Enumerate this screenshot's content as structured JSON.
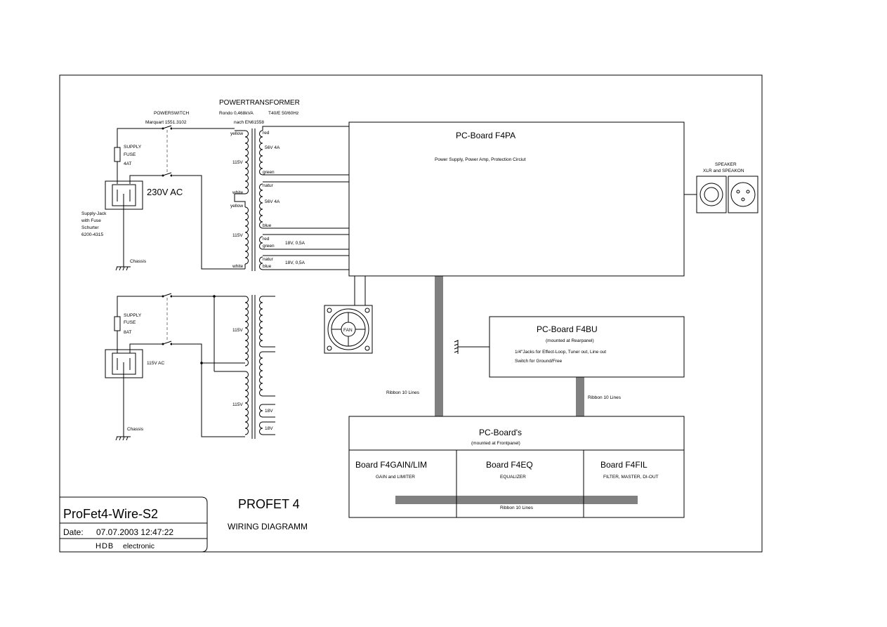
{
  "mains_230": {
    "switch_label": "POWERSWITCH",
    "switch_part": "Marquart 1551.3102",
    "fuse_label_1": "SUPPLY",
    "fuse_label_2": "FUSE",
    "fuse_value": "4AT",
    "voltage": "230V AC",
    "jack_line_1": "Supply-Jack",
    "jack_line_2": "with Fuse",
    "jack_line_3": "Schurter",
    "jack_line_4": "6200-4315",
    "chassis": "Chassis"
  },
  "transformer": {
    "title": "POWERTRANSFORMER",
    "spec_1": "Rondo 0,468kVA",
    "spec_2": "T40/E 50/60Hz",
    "spec_3": "nach EN61558",
    "prim_yellow_1": "yellow",
    "prim_115_1": "115V",
    "prim_white_1": "white",
    "prim_yellow_2": "yellow",
    "prim_115_2": "115V",
    "prim_white_2": "white",
    "sec_red_1": "red",
    "sec_56_1": "56V 4A",
    "sec_green_1": "green",
    "sec_natur_1": "natur",
    "sec_56_2": "56V 4A",
    "sec_blue_1": "blue",
    "sec_red_2": "red",
    "sec_green_2": "green",
    "sec_18_1": "18V, 0,5A",
    "sec_natur_2": "natur",
    "sec_blue_2": "blue",
    "sec_18_2": "18V, 0,5A"
  },
  "mains_115": {
    "fuse_label_1": "SUPPLY",
    "fuse_label_2": "FUSE",
    "fuse_value": "8AT",
    "voltage": "115V AC",
    "chassis": "Chassis",
    "prim_115_1": "115V",
    "prim_115_2": "115V",
    "sec_18_1": "18V",
    "sec_18_2": "18V"
  },
  "board_f4pa": {
    "title": "PC-Board F4PA",
    "desc": "Power Supply, Power Amp, Protection Circiut"
  },
  "speaker": {
    "label_1": "SPEAKER",
    "label_2": "XLR and SPEAKON"
  },
  "fan": {
    "label": "FAN"
  },
  "board_f4bu": {
    "title": "PC-Board F4BU",
    "subtitle": "(mounted at Rearpanel)",
    "desc_1": "1/4\"Jacks for Effect-Loop, Tuner out, Line out",
    "desc_2": "Switch for Ground/Free"
  },
  "ribbons": {
    "left": "Ribbon 10 Lines",
    "right": "Ribbon 10 Lines",
    "bottom": "Ribbon 10 Lines"
  },
  "front_boards": {
    "title": "PC-Board's",
    "subtitle": "(mounted at Frontpanel)",
    "gain_title": "Board F4GAIN/LIM",
    "gain_desc": "GAIN and LIMITER",
    "eq_title": "Board F4EQ",
    "eq_desc": "EQUALIZER",
    "fil_title": "Board F4FIL",
    "fil_desc": "FILTER, MASTER, DI-OUT"
  },
  "title_block": {
    "drawing_name": "ProFet4-Wire-S2",
    "date_label": "Date:",
    "date_value": "07.07.2003 12:47:22",
    "company_logo": "HDB",
    "company_name": "electronic"
  },
  "heading": {
    "product": "PROFET 4",
    "subtitle": "WIRING DIAGRAMM"
  }
}
